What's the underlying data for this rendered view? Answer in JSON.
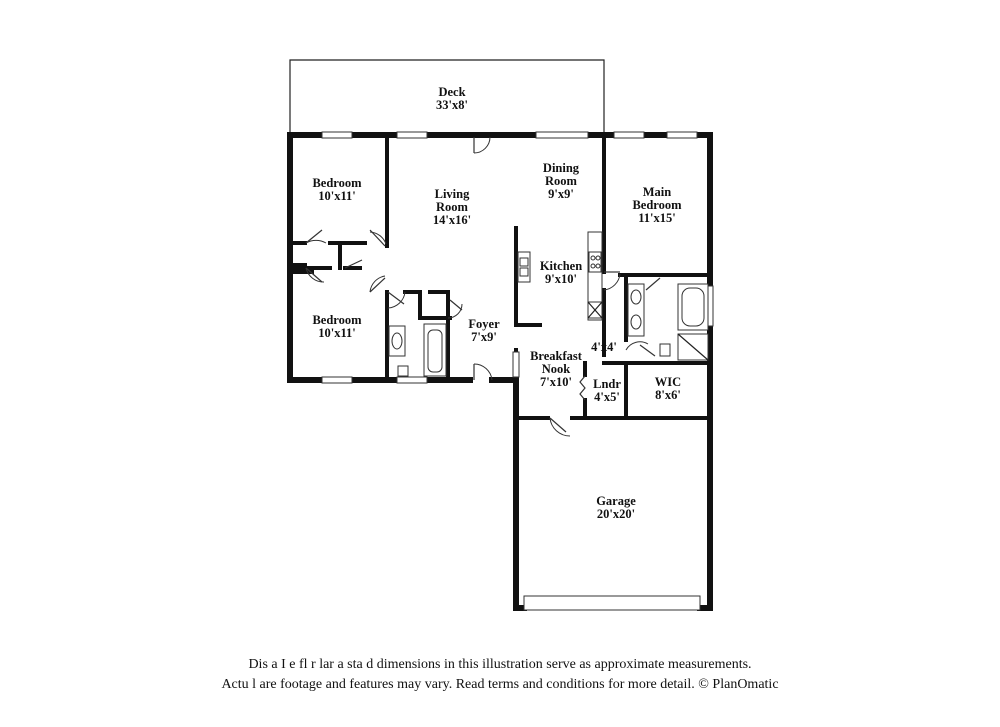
{
  "rooms": {
    "deck": {
      "name": "Deck",
      "size": "33'x8'"
    },
    "bedroom1": {
      "name": "Bedroom",
      "size": "10'x11'"
    },
    "living": {
      "name1": "Living",
      "name2": "Room",
      "size": "14'x16'"
    },
    "dining": {
      "name1": "Dining",
      "name2": "Room",
      "size": "9'x9'"
    },
    "main_bedroom": {
      "name1": "Main",
      "name2": "Bedroom",
      "size": "11'x15'"
    },
    "kitchen": {
      "name": "Kitchen",
      "size": "9'x10'"
    },
    "bedroom2": {
      "name": "Bedroom",
      "size": "10'x11'"
    },
    "foyer": {
      "name": "Foyer",
      "size": "7'x9'"
    },
    "breakfast": {
      "name1": "Breakfast",
      "name2": "Nook",
      "size": "7'x10'"
    },
    "bath": {
      "size": "4'x4'"
    },
    "laundry": {
      "name": "Lndr",
      "size": "4'x5'"
    },
    "wic": {
      "name": "WIC",
      "size": "8'x6'"
    },
    "garage": {
      "name": "Garage",
      "size": "20'x20'"
    }
  },
  "disclaimer": {
    "line1": "Dis  a      I   e fl   r  lar  a   sta   d dimensions in this illustration serve as approximate measurements.",
    "line2": "Actu   l      are footage and features may vary. Read terms and conditions for more detail. © PlanOmatic"
  }
}
